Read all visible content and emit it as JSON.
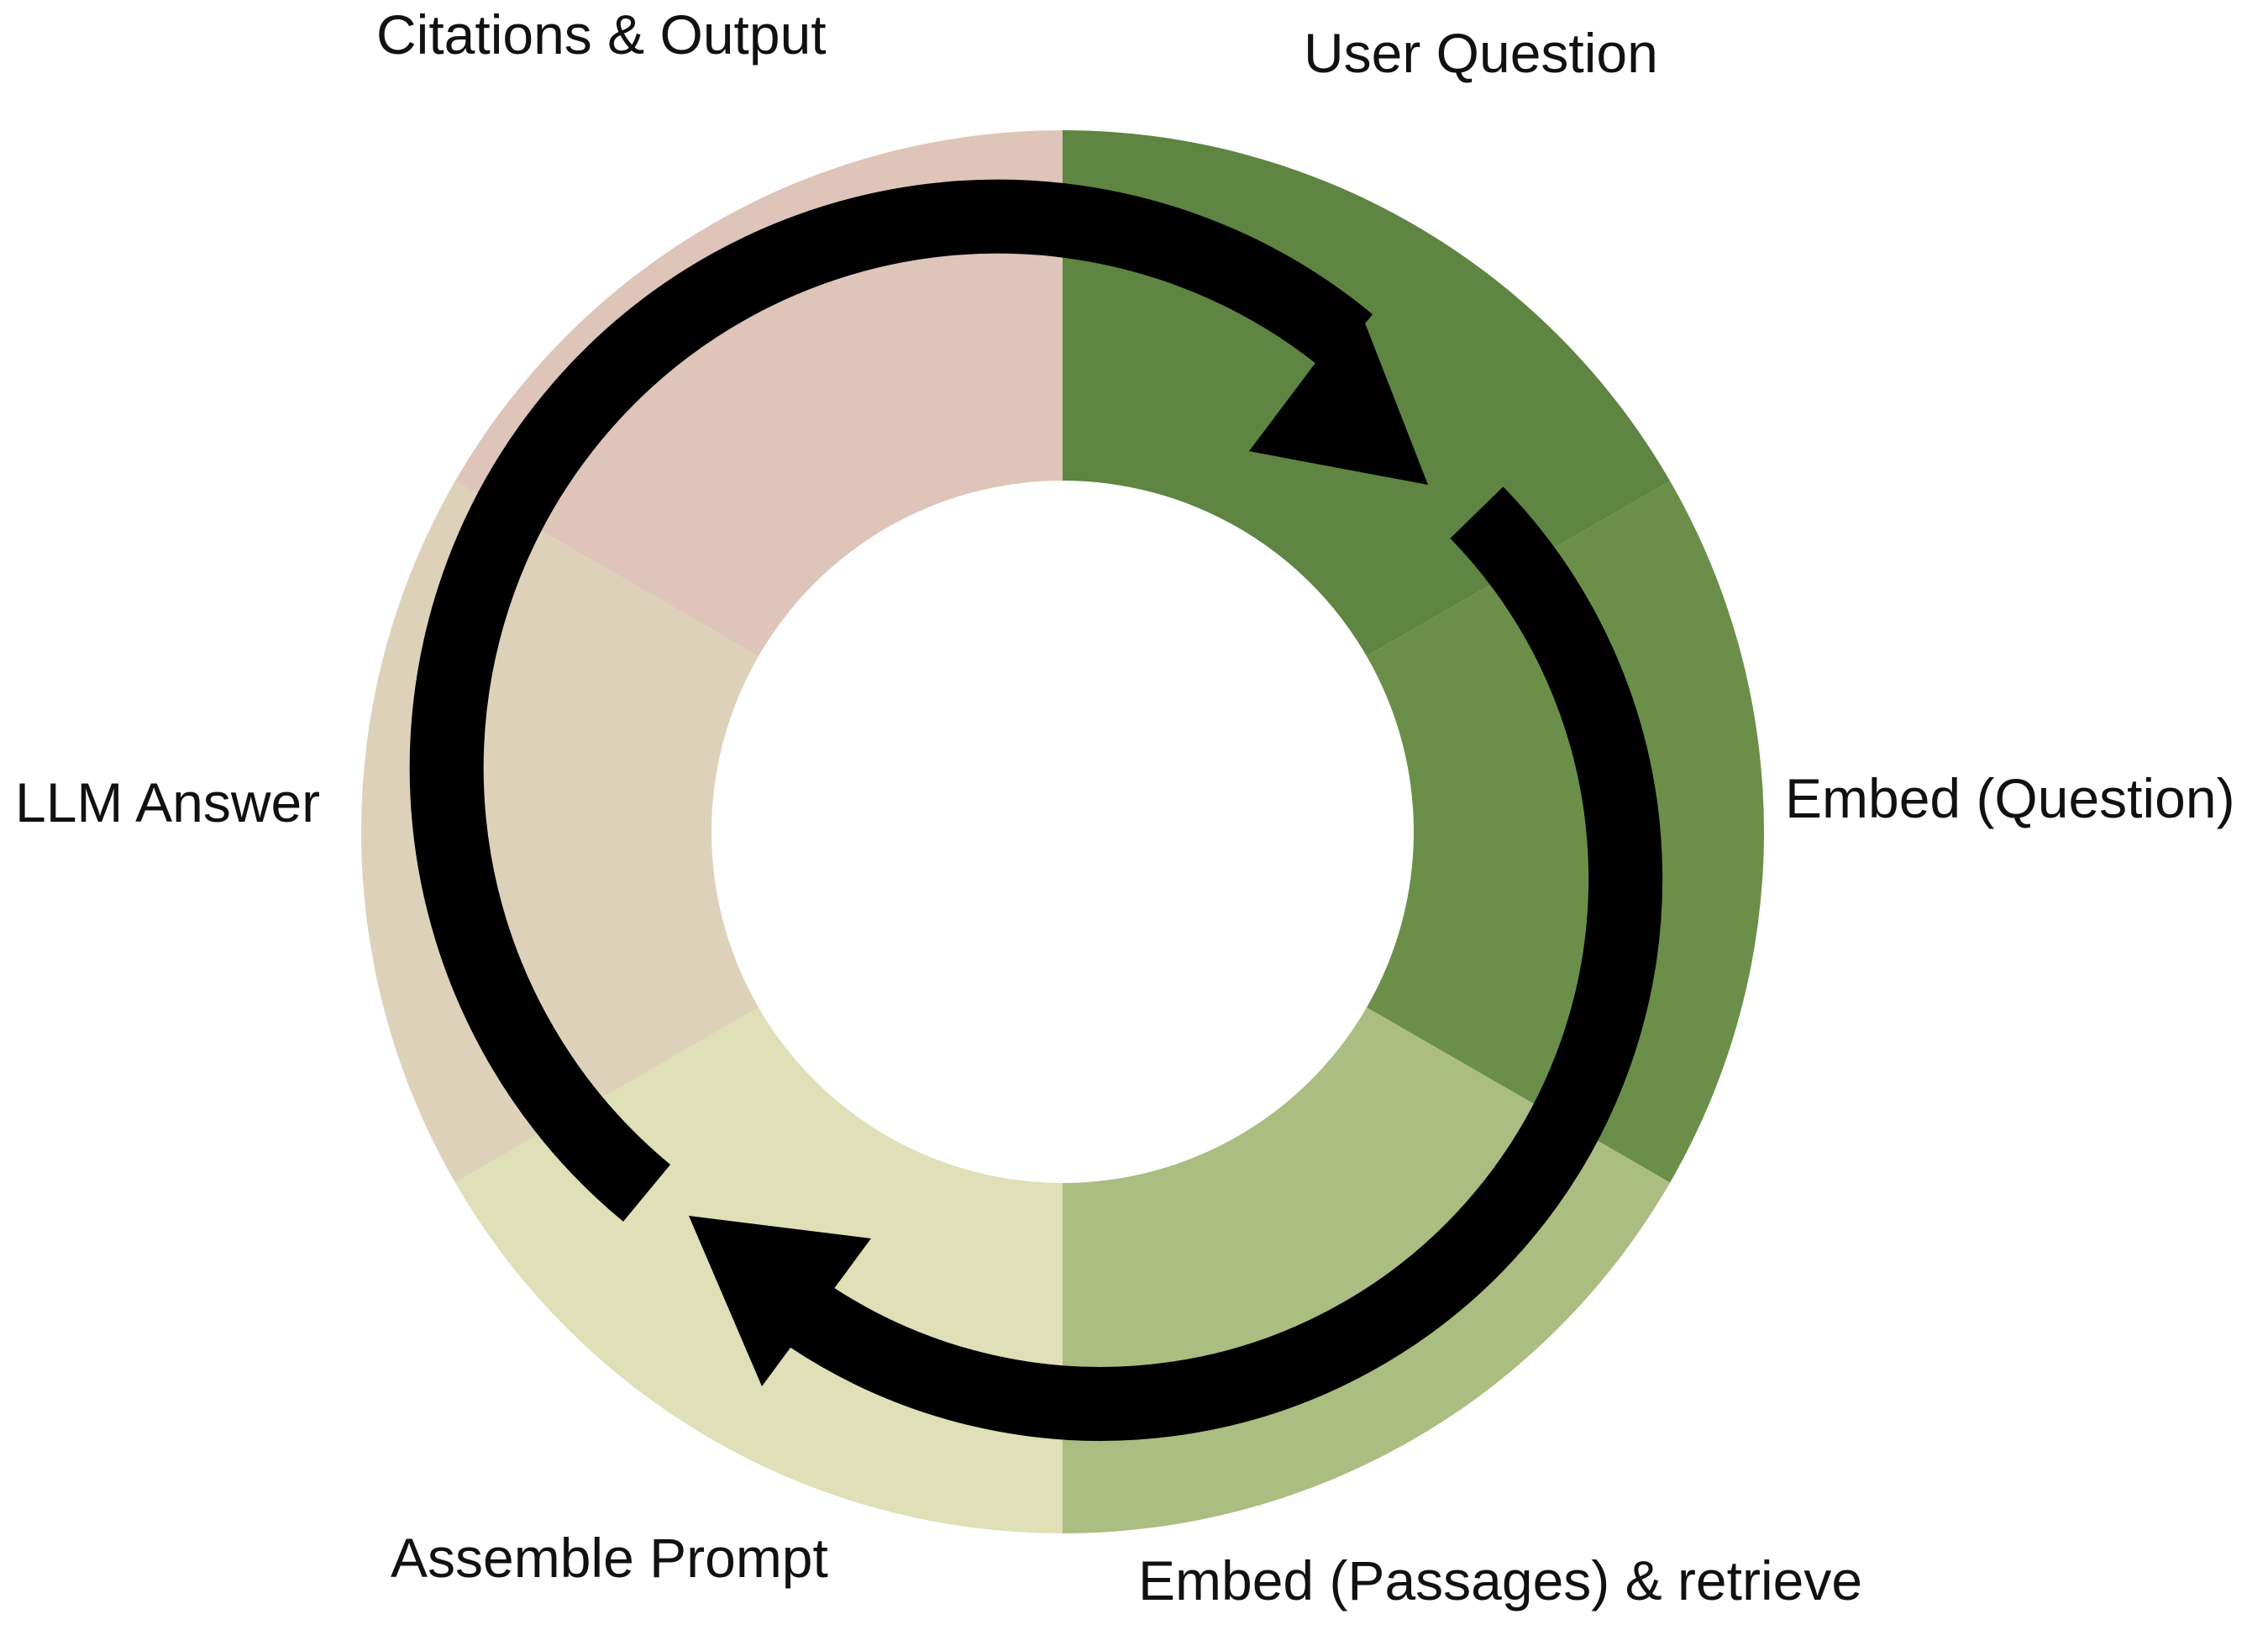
{
  "diagram": {
    "stages": [
      {
        "id": "user-question",
        "label": "User Question",
        "color": "#5e8541"
      },
      {
        "id": "embed-question",
        "label": "Embed (Question)",
        "color": "#6b8f49"
      },
      {
        "id": "embed-passages-retrieve",
        "label": "Embed (Passages) & retrieve",
        "color": "#abbd80"
      },
      {
        "id": "assemble-prompt",
        "label": "Assemble Prompt",
        "color": "#dfdfb8"
      },
      {
        "id": "llm-answer",
        "label": "LLM Answer",
        "color": "#ddd2b9"
      },
      {
        "id": "citations-output",
        "label": "Citations & Output",
        "color": "#dec4b9"
      }
    ],
    "flow_direction": "clockwise",
    "arrow_color": "#000000"
  }
}
